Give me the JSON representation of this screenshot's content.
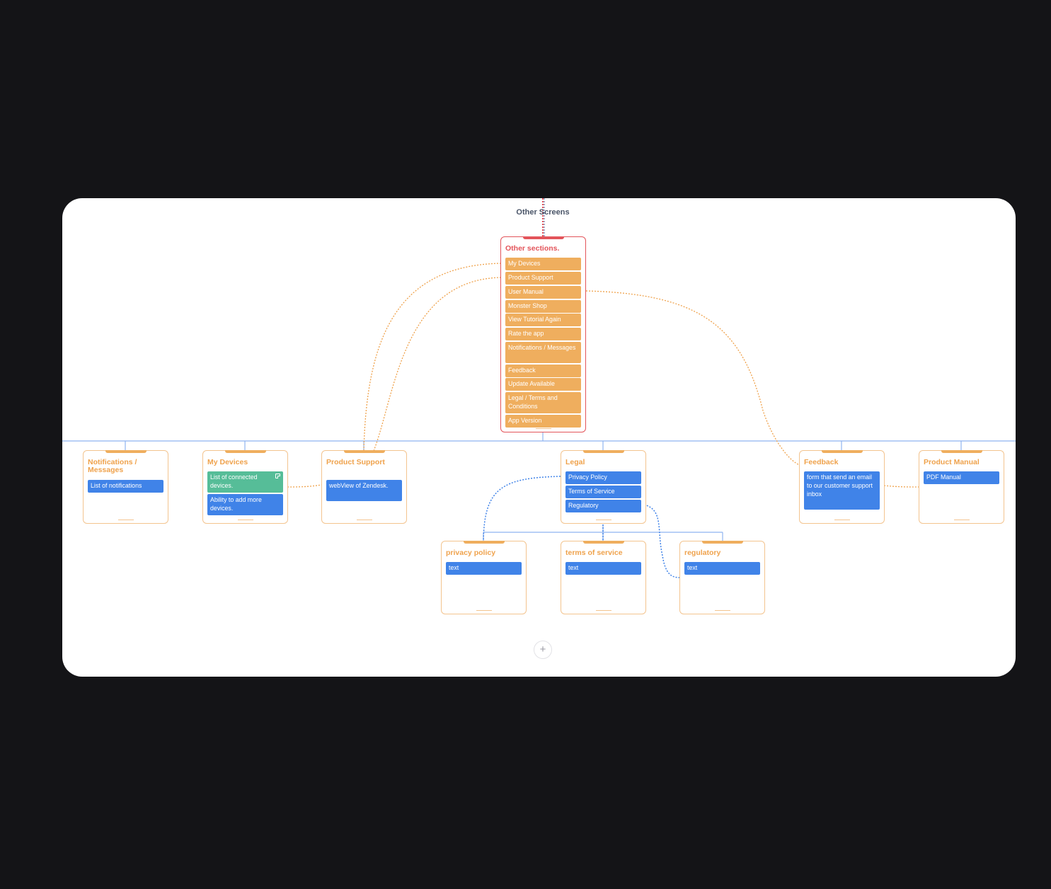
{
  "title": "Other Screens",
  "main": {
    "title": "Other sections.",
    "items": [
      "My Devices",
      "Product Support",
      "User Manual",
      "Monster Shop",
      "View Tutorial Again",
      "Rate the app",
      "Notifications / Messages",
      "Feedback",
      "Update Available",
      "Legal / Terms and Conditions",
      "App Version"
    ]
  },
  "cards": {
    "notifications": {
      "title": "Notifications / Messages",
      "items": [
        "List of notifications"
      ]
    },
    "my_devices": {
      "title": "My Devices",
      "items": [
        "List of connected devices.",
        "Ability to add more devices."
      ]
    },
    "product_support": {
      "title": "Product Support",
      "items": [
        "webView of Zendesk."
      ]
    },
    "legal": {
      "title": "Legal",
      "items": [
        "Privacy Policy",
        "Terms of Service",
        "Regulatory"
      ]
    },
    "feedback": {
      "title": "Feedback",
      "items": [
        "form that send an email to our customer support inbox"
      ]
    },
    "product_manual": {
      "title": "Product Manual",
      "items": [
        "PDF Manual"
      ]
    },
    "privacy_policy": {
      "title": "privacy policy",
      "items": [
        "text"
      ]
    },
    "terms_of_service": {
      "title": "terms of service",
      "items": [
        "text"
      ]
    },
    "regulatory": {
      "title": "regulatory",
      "items": [
        "text"
      ]
    }
  },
  "add_button": "+",
  "colors": {
    "orange": "#efae5e",
    "blue": "#4083e8",
    "green": "#56bd98",
    "red": "#e3545a",
    "canvas_bg": "#141417"
  }
}
